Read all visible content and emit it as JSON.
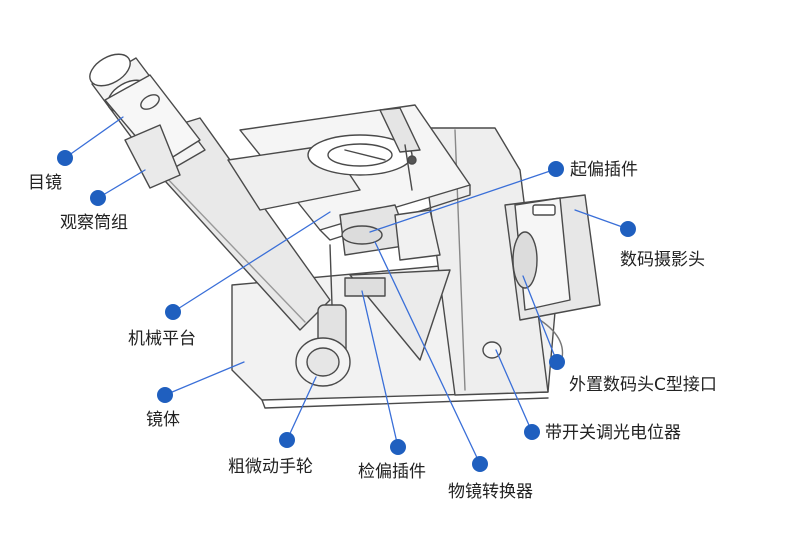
{
  "accent_color": "#1f5fbf",
  "labels": {
    "eyepiece": "目镜",
    "observation_tube": "观察筒组",
    "mechanical_stage": "机械平台",
    "microscope_body": "镜体",
    "coarse_fine_knob": "粗微动手轮",
    "analyzer_slider": "检偏插件",
    "polarizer_slider": "起偏插件",
    "digital_camera": "数码摄影头",
    "external_c_mount": "外置数码头C型接口",
    "light_switch_dimmer": "带开关调光电位器",
    "nosepiece": "物镜转换器"
  }
}
